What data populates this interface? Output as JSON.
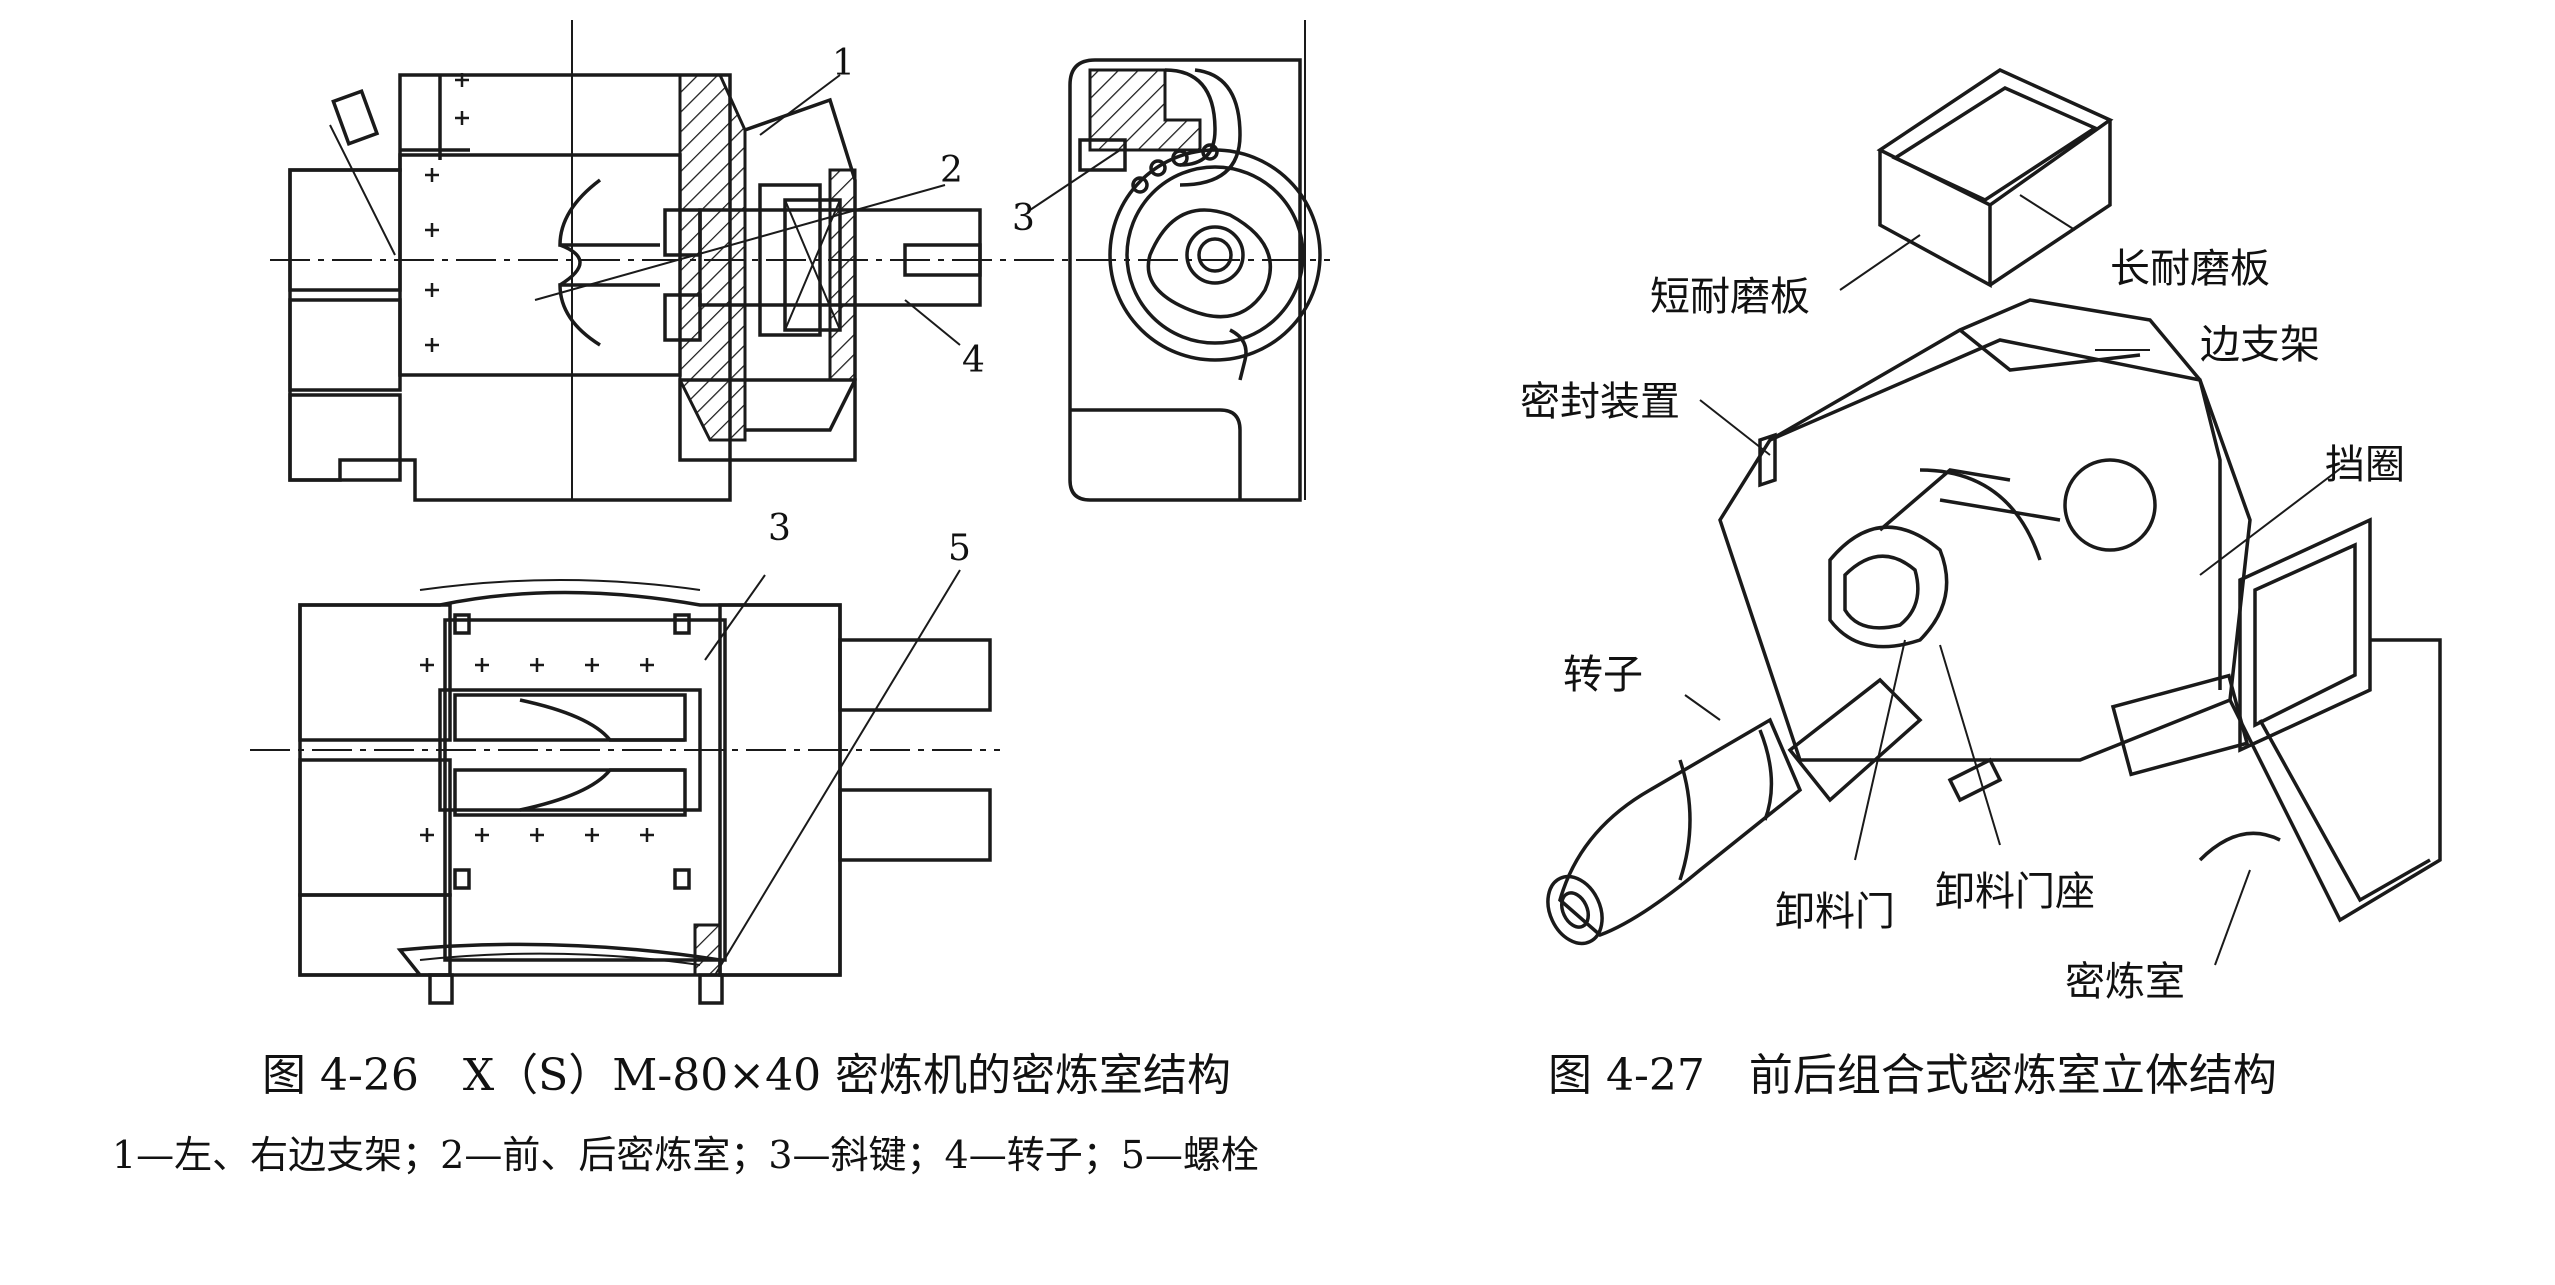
{
  "fig26": {
    "callouts": {
      "n1": "1",
      "n2": "2",
      "n3_top": "3",
      "n4": "4",
      "n3_bottom": "3",
      "n5": "5"
    },
    "caption": "图 4-26　X（S）M-80×40 密炼机的密炼室结构",
    "legend": "1—左、右边支架；2—前、后密炼室；3—斜键；4—转子；5—螺栓"
  },
  "fig27": {
    "labels": {
      "short_plate": "短耐磨板",
      "long_plate": "长耐磨板",
      "side_frame": "边支架",
      "seal_device": "密封装置",
      "retaining_ring": "挡圈",
      "rotor": "转子",
      "discharge_door": "卸料门",
      "door_seat": "卸料门座",
      "chamber": "密炼室"
    },
    "caption": "图 4-27　前后组合式密炼室立体结构"
  }
}
